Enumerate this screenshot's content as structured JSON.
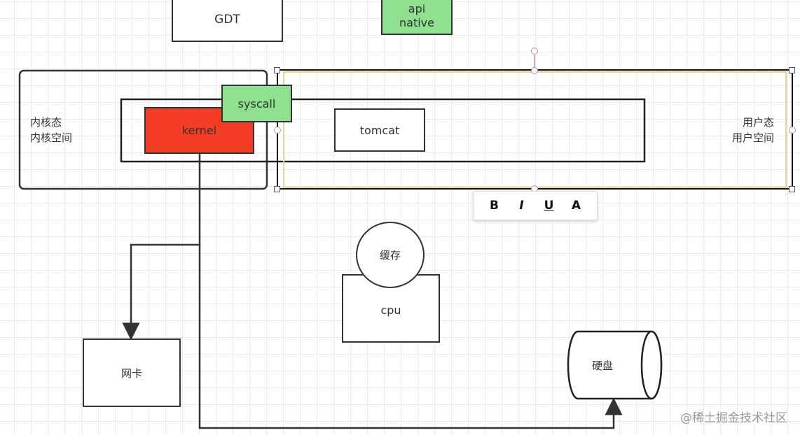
{
  "diagram": {
    "gdt": "GDT",
    "api_native": [
      "api",
      "native"
    ],
    "kernel_space": [
      "内核态",
      "内核空间"
    ],
    "syscall": "syscall",
    "kernel": "kernel",
    "tomcat": "tomcat",
    "user_space": [
      "用户态",
      "用户空间"
    ],
    "cache": "缓存",
    "cpu": "cpu",
    "nic": "网卡",
    "disk": "硬盘"
  },
  "toolbar": {
    "bold": "B",
    "italic": "I",
    "underline": "U",
    "font_color": "A"
  },
  "watermark": "@稀土掘金技术社区",
  "colors": {
    "kernel": "#f33d25",
    "syscall_api": "#8fe08f",
    "selection": "#e8d88e"
  },
  "icons": [
    "bold-icon",
    "italic-icon",
    "underline-icon",
    "font-color-icon"
  ]
}
